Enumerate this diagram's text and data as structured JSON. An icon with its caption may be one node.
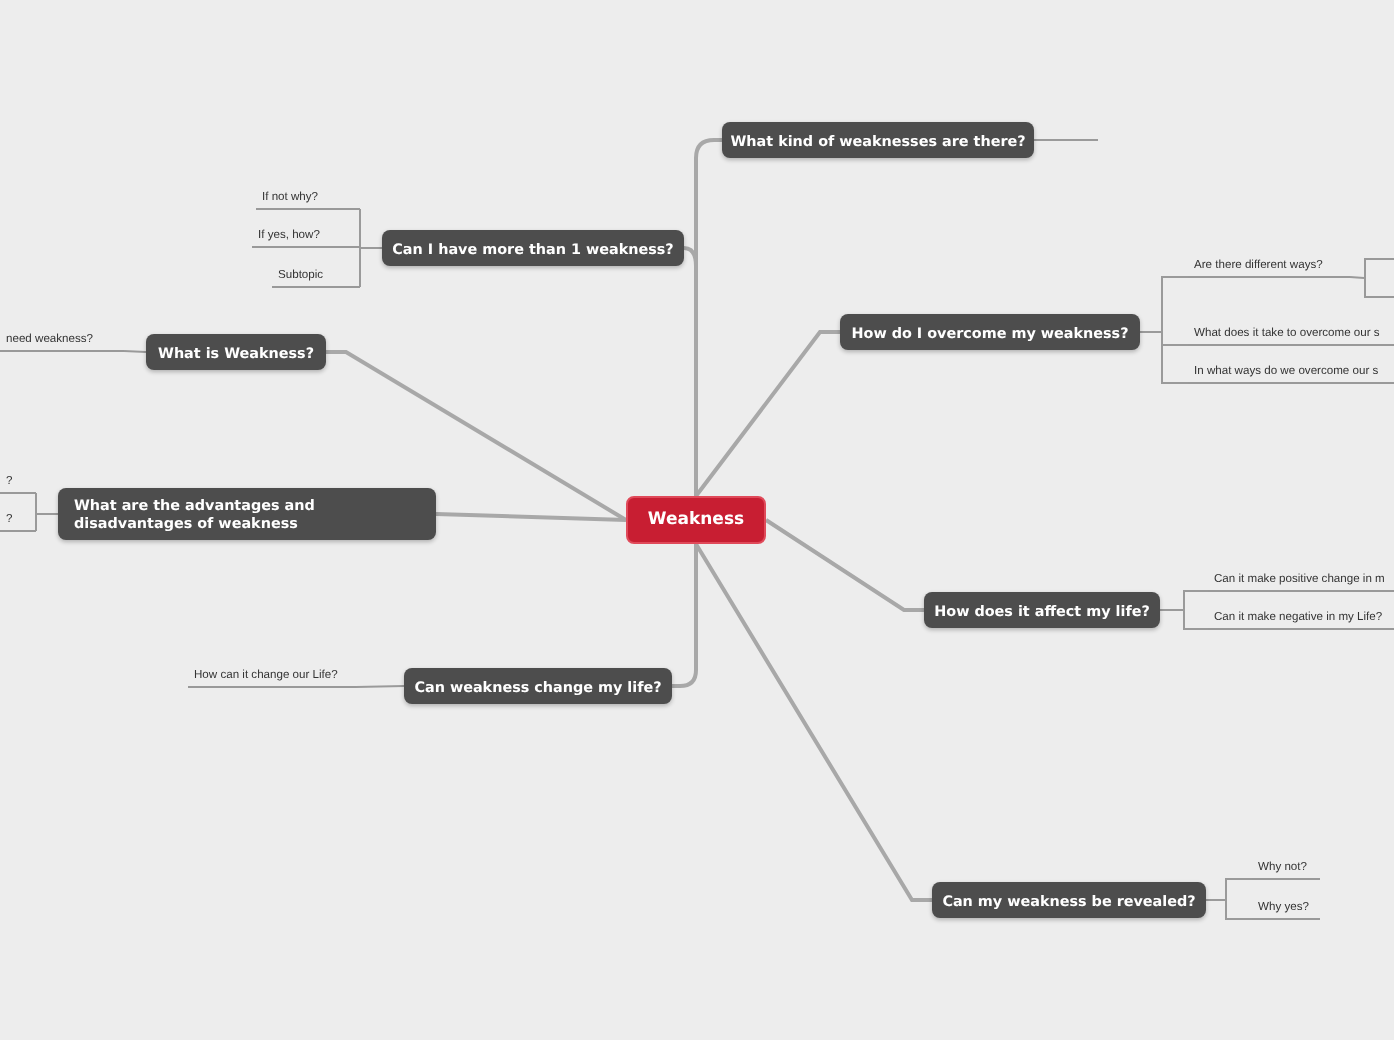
{
  "diagram": {
    "nodes": [
      {
        "text": [
          "Weakness"
        ]
      },
      {
        "text": [
          "What kind of weaknesses are there?"
        ]
      },
      {
        "text": [
          "Can I have more than 1 weakness?"
        ]
      },
      {
        "text": [
          "If not why?"
        ]
      },
      {
        "text": [
          "If yes, how?"
        ]
      },
      {
        "text": [
          "Subtopic"
        ]
      },
      {
        "text": [
          "What is Weakness?"
        ]
      },
      {
        "text": [
          "need weakness?"
        ]
      },
      {
        "text": [
          "What are the advantages and disadvantages of weakness"
        ]
      },
      {
        "text": [
          "?"
        ]
      },
      {
        "text": [
          "?"
        ]
      },
      {
        "text": [
          "Can weakness change my life?"
        ]
      },
      {
        "text": [
          "How can it change our Life?"
        ]
      },
      {
        "text": [
          "How do I overcome my weakness?"
        ]
      },
      {
        "text": [
          "Are there different ways?"
        ]
      },
      {
        "text": [],
        "shape": "box"
      },
      {
        "text": [
          "What does it take to overcome our s"
        ]
      },
      {
        "text": [
          "In what ways do we overcome our s"
        ]
      },
      {
        "text": [
          "How does it affect my life?"
        ]
      },
      {
        "text": [
          "Can it make positive change in m"
        ]
      },
      {
        "text": [
          "Can it make negative in my Life?"
        ]
      },
      {
        "text": [
          "Can my weakness be revealed?"
        ]
      },
      {
        "text": [
          "Why not?"
        ]
      },
      {
        "text": [
          "Why yes?"
        ]
      }
    ],
    "edges": [
      {
        "from": 0,
        "to": 1,
        "arrow": "none"
      },
      {
        "from": 0,
        "to": 2,
        "arrow": "none"
      },
      {
        "from": 0,
        "to": 6,
        "arrow": "none"
      },
      {
        "from": 0,
        "to": 8,
        "arrow": "none"
      },
      {
        "from": 0,
        "to": 11,
        "arrow": "none"
      },
      {
        "from": 0,
        "to": 13,
        "arrow": "none"
      },
      {
        "from": 0,
        "to": 18,
        "arrow": "none"
      },
      {
        "from": 0,
        "to": 21,
        "arrow": "none"
      },
      {
        "from": 1,
        "to": null,
        "arrow": "none"
      },
      {
        "from": 2,
        "to": 3,
        "arrow": "none"
      },
      {
        "from": 2,
        "to": 4,
        "arrow": "none"
      },
      {
        "from": 2,
        "to": 5,
        "arrow": "none"
      },
      {
        "from": 6,
        "to": 7,
        "arrow": "none"
      },
      {
        "from": 8,
        "to": 9,
        "arrow": "none"
      },
      {
        "from": 8,
        "to": 10,
        "arrow": "none"
      },
      {
        "from": 11,
        "to": 12,
        "arrow": "none"
      },
      {
        "from": 13,
        "to": 14,
        "arrow": "none"
      },
      {
        "from": 14,
        "to": 15,
        "arrow": "none"
      },
      {
        "from": 13,
        "to": 16,
        "arrow": "none"
      },
      {
        "from": 13,
        "to": 17,
        "arrow": "none"
      },
      {
        "from": 18,
        "to": 19,
        "arrow": "none"
      },
      {
        "from": 18,
        "to": 20,
        "arrow": "none"
      },
      {
        "from": 21,
        "to": 22,
        "arrow": "none"
      },
      {
        "from": 21,
        "to": 23,
        "arrow": "none"
      }
    ]
  }
}
